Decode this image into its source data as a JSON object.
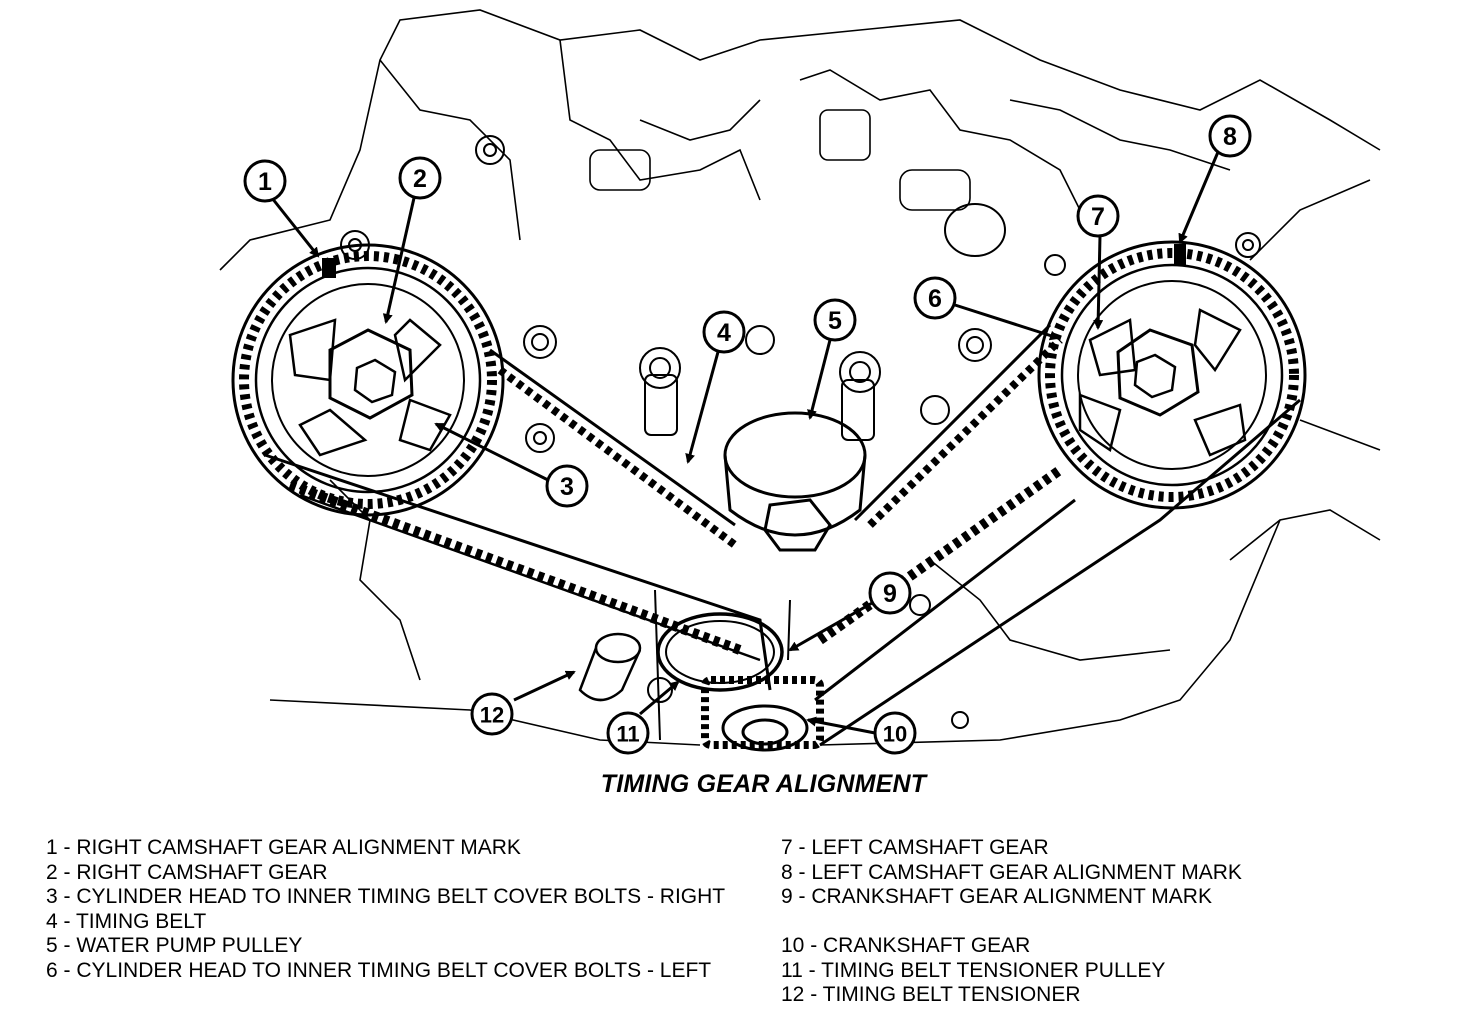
{
  "title": "TIMING GEAR ALIGNMENT",
  "callouts": [
    "1",
    "2",
    "3",
    "4",
    "5",
    "6",
    "7",
    "8",
    "9",
    "10",
    "11",
    "12"
  ],
  "legend_left": [
    "1 - RIGHT CAMSHAFT GEAR ALIGNMENT MARK",
    "2 - RIGHT CAMSHAFT GEAR",
    "3 - CYLINDER HEAD TO INNER TIMING BELT COVER BOLTS - RIGHT",
    "4 - TIMING BELT",
    "5 - WATER PUMP PULLEY",
    "6 - CYLINDER HEAD TO INNER TIMING BELT COVER BOLTS - LEFT"
  ],
  "legend_right": [
    "7 - LEFT CAMSHAFT GEAR",
    "8 - LEFT CAMSHAFT GEAR ALIGNMENT MARK",
    "9 - CRANKSHAFT GEAR ALIGNMENT MARK",
    "10 - CRANKSHAFT GEAR",
    "11 - TIMING BELT TENSIONER PULLEY",
    "12 - TIMING BELT TENSIONER"
  ]
}
